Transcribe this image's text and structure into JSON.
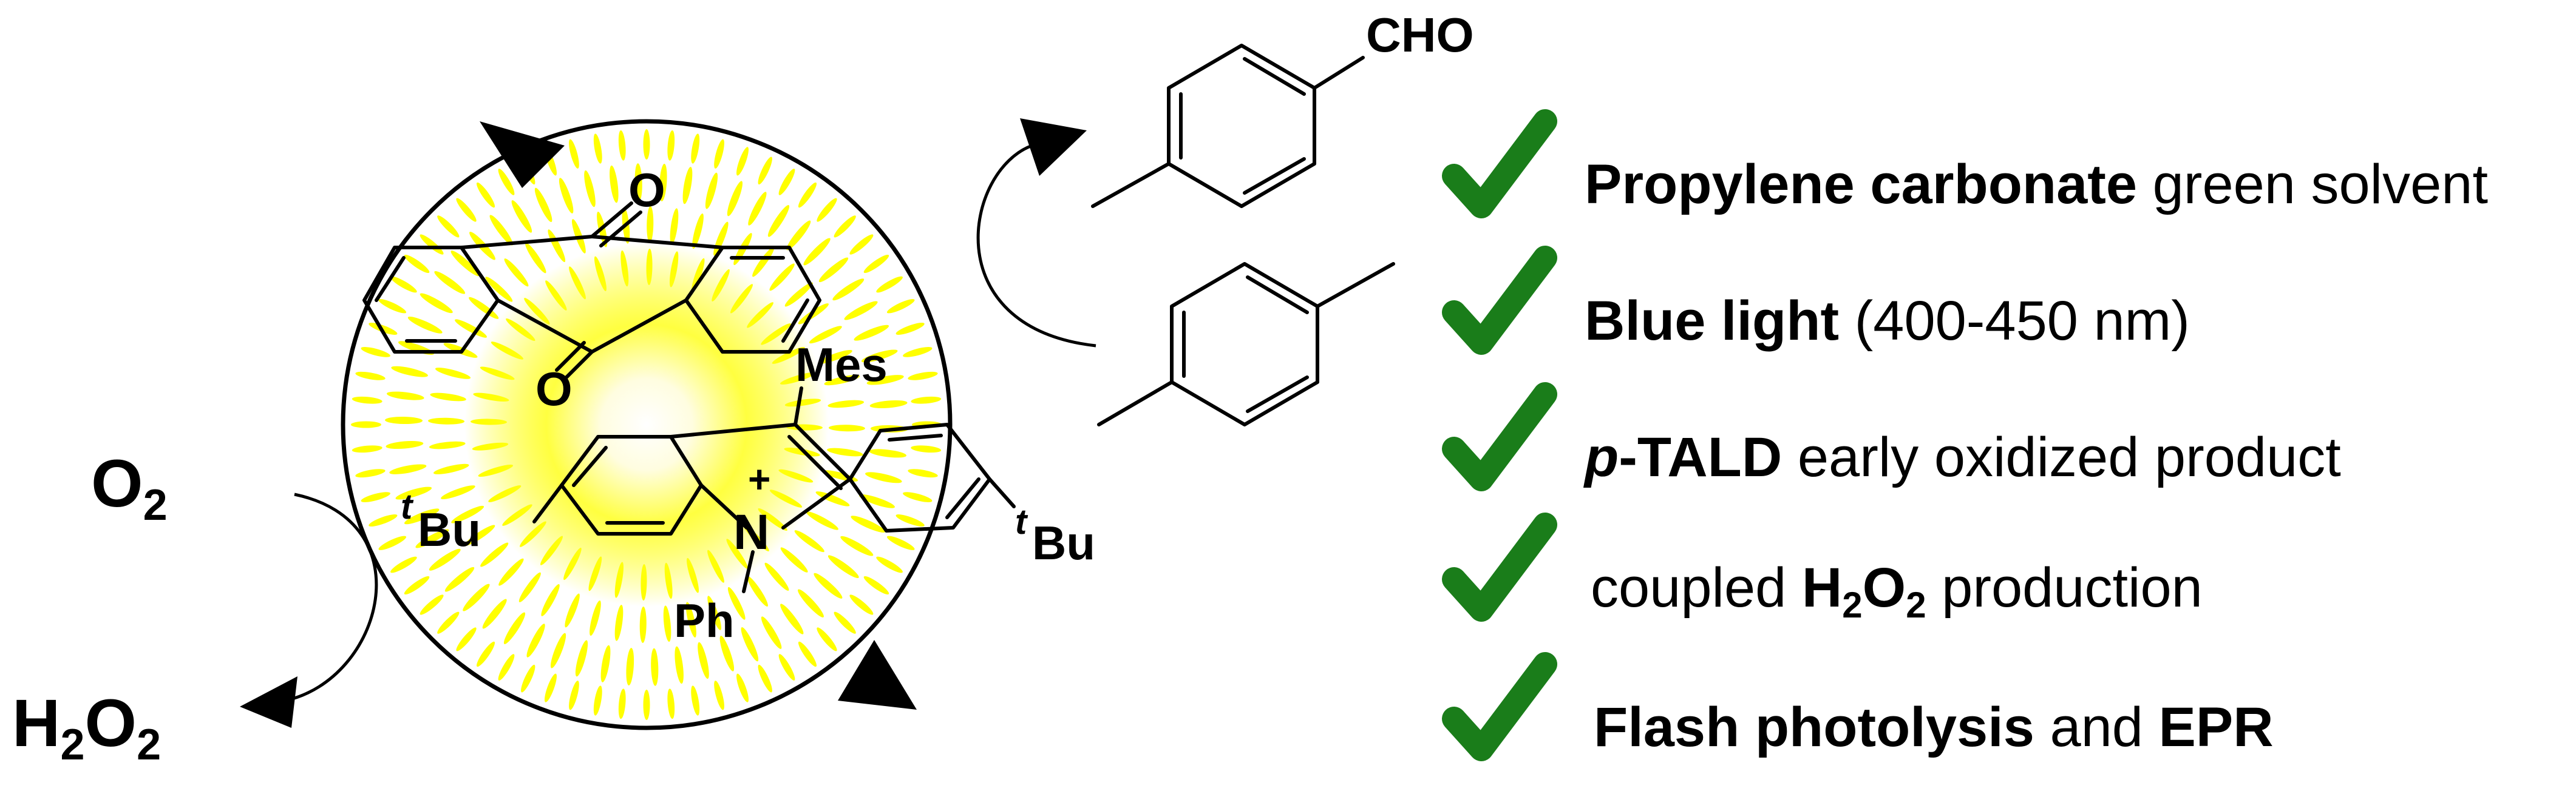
{
  "reactants": {
    "oxygen": {
      "base": "O",
      "sub": "2"
    },
    "peroxide": {
      "p1": "H",
      "s1": "2",
      "p2": "O",
      "s2": "2"
    }
  },
  "catalyst": {
    "carbonyl_top": "O",
    "carbonyl_bottom": "O",
    "mes": "Mes",
    "charge": "+",
    "nitrogen": "N",
    "phenyl": "Ph",
    "tbu_left_sup": "t",
    "tbu_left": "Bu",
    "tbu_right_sup": "t",
    "tbu_right": "Bu"
  },
  "product": {
    "label": "CHO"
  },
  "features": [
    {
      "bold": "Propylene carbonate",
      "rest": " green solvent"
    },
    {
      "bold": "Blue light",
      "rest": " (400-450 nm)"
    },
    {
      "italicBold": "p",
      "bold": "-TALD",
      "rest": " early oxidized product"
    },
    {
      "pre": "coupled ",
      "h2o2": {
        "p1": "H",
        "s1": "2",
        "p2": "O",
        "s2": "2"
      },
      "rest": " production"
    },
    {
      "bold": "Flash photolysis",
      "mid": " and ",
      "bold2": "EPR"
    }
  ],
  "colors": {
    "glow": "#ffff00",
    "check": "#1a7d1a",
    "text": "#000000"
  }
}
